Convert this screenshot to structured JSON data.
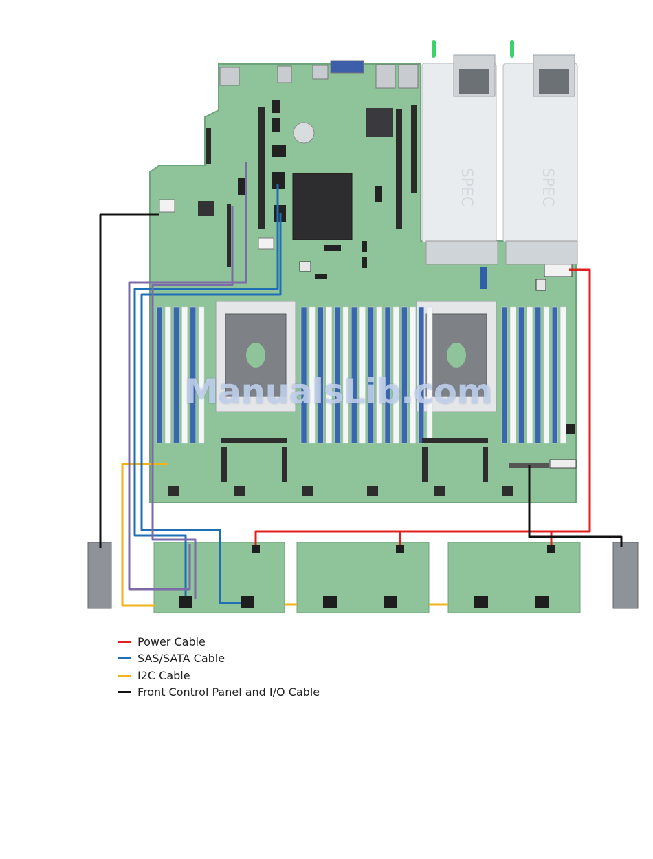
{
  "psu": {
    "label": "SPEC"
  },
  "watermark": "ManualsLib.com",
  "legend": [
    {
      "label": "Power Cable",
      "color": "#e0201f"
    },
    {
      "label": "SAS/SATA Cable",
      "color": "#1f6fb5"
    },
    {
      "label": "I2C Cable",
      "color": "#f2b21c"
    },
    {
      "label": "Front Control Panel and I/O Cable",
      "color": "#111111"
    }
  ],
  "colors": {
    "board": "#8fc39a",
    "board_edge": "#6fa57c",
    "dimm_blue": "#3a66b0",
    "dimm_white": "#f4f6f8",
    "psu": "#e9ecee",
    "sas": "#1f6fb5",
    "purple": "#7d6aa8"
  }
}
